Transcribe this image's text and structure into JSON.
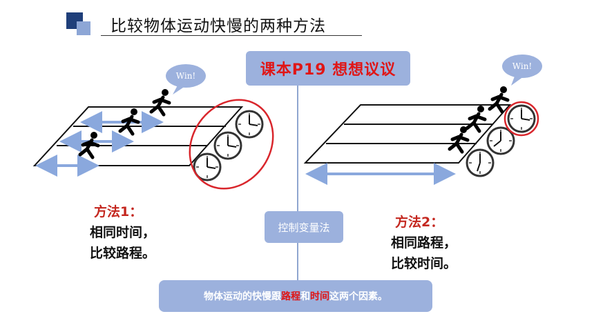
{
  "title": "比较物体运动快慢的两种方法",
  "book_note": "课本P19  想想议议",
  "control_method": "控制变量法",
  "method1": {
    "heading": "方法1：",
    "line1": "相同时间，",
    "line2": "比较路程。"
  },
  "method2": {
    "heading": "方法2：",
    "line1": "相同路程，",
    "line2": "比较时间。"
  },
  "conclusion": {
    "prefix": "物体运动的快慢跟",
    "word1": "路程",
    "mid": "和",
    "word2": "时间",
    "suffix": "这两个因素。"
  },
  "bubble_left": "Win!",
  "bubble_right": "Win!",
  "colors": {
    "accent_box": "#9cb1dd",
    "highlight": "#e01616",
    "arrow": "#8aa8dd",
    "circle": "#d9262c"
  }
}
